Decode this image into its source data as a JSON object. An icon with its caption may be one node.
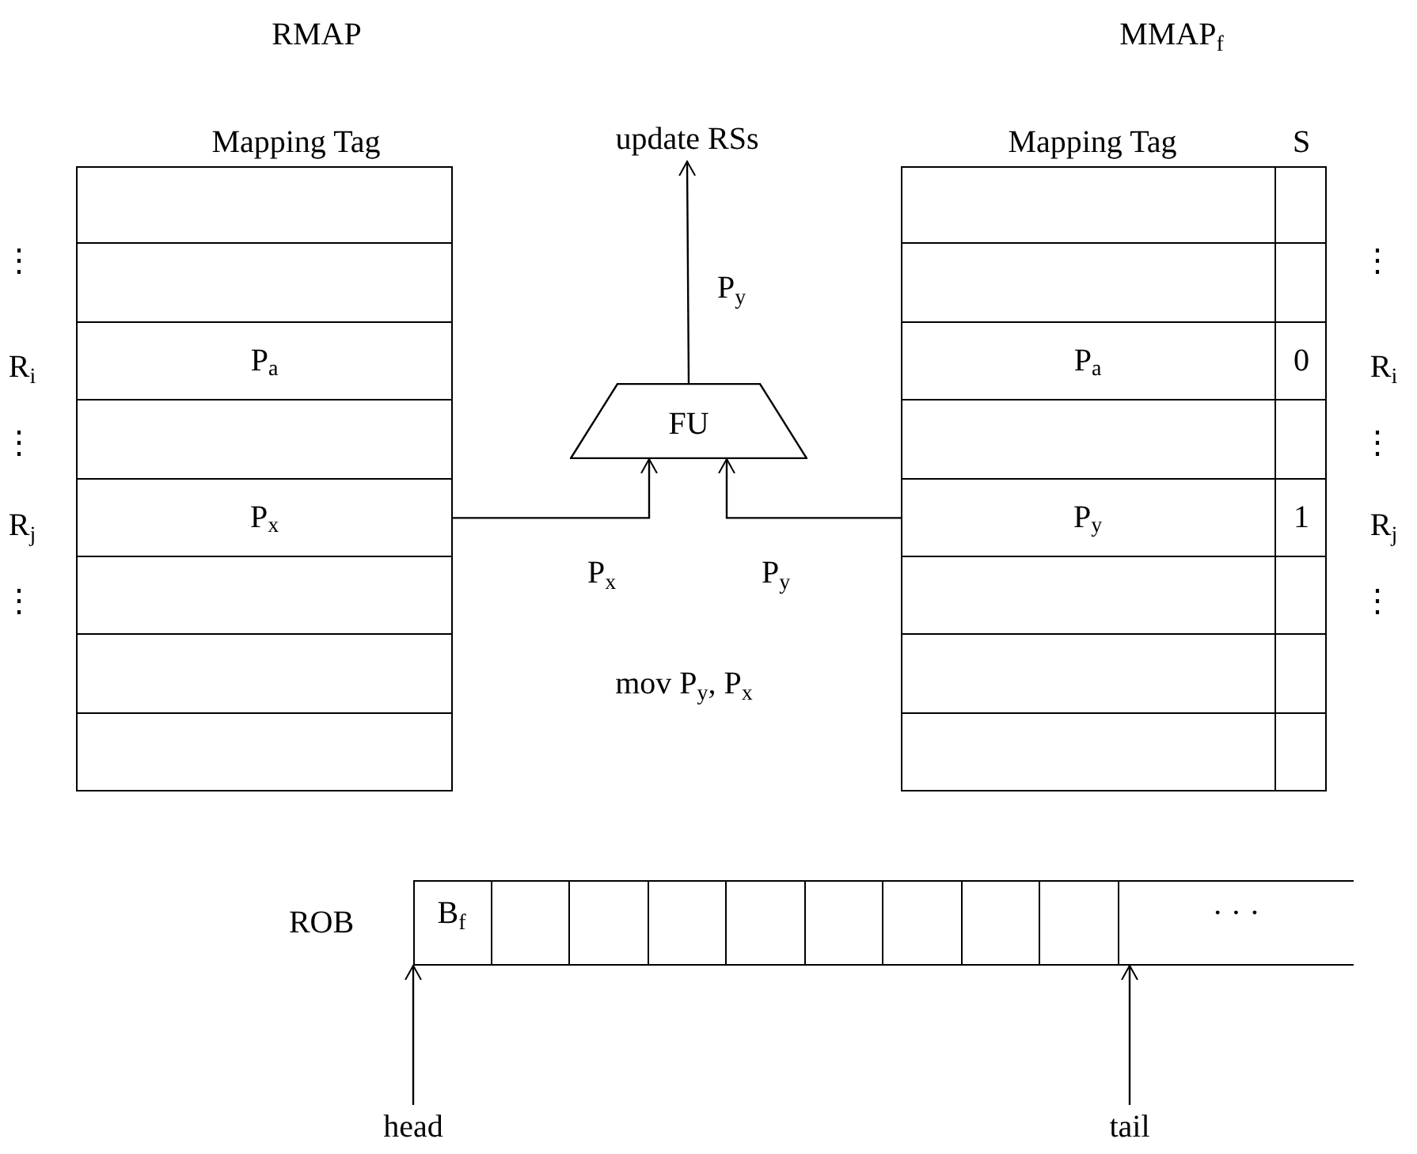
{
  "diagram": {
    "nodes": [
      {
        "text": [
          "RMAP",
          "Mapping Tag"
        ]
      },
      {
        "text": [],
        "shape": "box",
        "in": 0
      },
      {
        "text": [],
        "shape": "box",
        "in": 0
      },
      {
        "text": [
          "P$_{a}$"
        ],
        "in": 0
      },
      {
        "text": [],
        "shape": "box",
        "in": 0
      },
      {
        "text": [
          "P$_{x}$"
        ],
        "in": 0
      },
      {
        "text": [],
        "shape": "box",
        "in": 0
      },
      {
        "text": [],
        "shape": "box",
        "in": 0
      },
      {
        "text": [],
        "shape": "box",
        "in": 0
      },
      {
        "text": [
          "MMAP$_{f}$",
          "Mapping Tag",
          "S"
        ]
      },
      {
        "text": [],
        "shape": "box",
        "in": 9
      },
      {
        "text": [],
        "shape": "box",
        "in": 9
      },
      {
        "text": [
          "P$_{a}$",
          "0"
        ],
        "in": 9
      },
      {
        "text": [],
        "shape": "box",
        "in": 9
      },
      {
        "text": [
          "P$_{y}$",
          "1"
        ],
        "in": 9
      },
      {
        "text": [],
        "shape": "box",
        "in": 9
      },
      {
        "text": [],
        "shape": "box",
        "in": 9
      },
      {
        "text": [],
        "shape": "box",
        "in": 9
      },
      {
        "text": [
          "FU"
        ]
      },
      {
        "text": [
          "update RSs"
        ]
      },
      {
        "text": [
          "ROB"
        ]
      },
      {
        "text": [
          "B$_{f}$"
        ],
        "in": 20
      },
      {
        "text": [],
        "shape": "box",
        "in": 20
      },
      {
        "text": [],
        "shape": "box",
        "in": 20
      },
      {
        "text": [],
        "shape": "box",
        "in": 20
      },
      {
        "text": [],
        "shape": "box",
        "in": 20
      },
      {
        "text": [],
        "shape": "box",
        "in": 20
      },
      {
        "text": [],
        "shape": "box",
        "in": 20
      },
      {
        "text": [],
        "shape": "box",
        "in": 20
      },
      {
        "text": [],
        "shape": "box",
        "in": 20
      },
      {
        "text": [
          "· · ·"
        ],
        "in": 20
      },
      {
        "text": [
          "head"
        ]
      },
      {
        "text": [
          "tail"
        ]
      }
    ],
    "edges": [
      {
        "from": 5,
        "to": 18,
        "arrow": "to",
        "label": "P$_{x}$"
      },
      {
        "from": 14,
        "to": 18,
        "arrow": "to",
        "label": "P$_{y}$"
      },
      {
        "from": 18,
        "to": 19,
        "arrow": "to",
        "label": "P$_{y}$"
      },
      {
        "from": 31,
        "to": 21,
        "arrow": "to"
      },
      {
        "from": 32,
        "to": 30,
        "arrow": "to"
      }
    ],
    "labels": [
      "⋮",
      "⋮",
      "R$_{i}$",
      "R$_{i}$",
      "⋮",
      "⋮",
      "R$_{j}$",
      "R$_{j}$",
      "⋮",
      "⋮",
      "mov P$_{y}$, P$_{x}$"
    ]
  }
}
